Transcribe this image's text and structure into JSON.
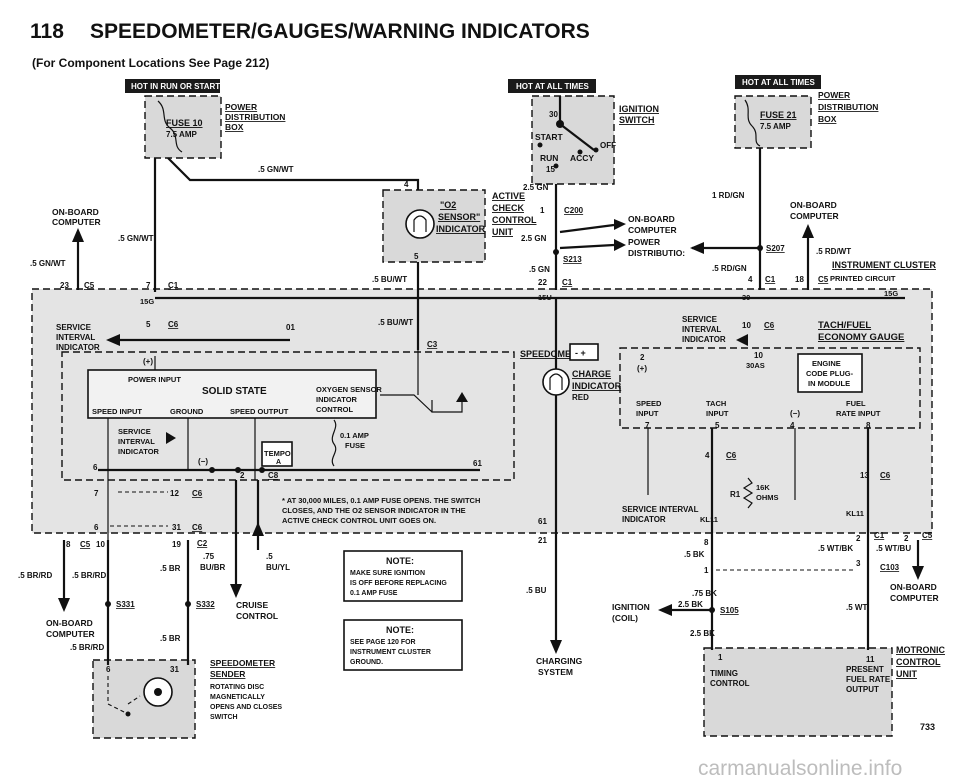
{
  "page": {
    "page_number": "118",
    "title": "SPEEDOMETER/GAUGES/WARNING INDICATORS",
    "subtitle": "(For Component Locations See Page 212)",
    "figure_number": "733",
    "watermark": "carmanualsonline.info"
  },
  "badges": {
    "hot_in_run": "HOT IN RUN OR START",
    "hot_all_1": "HOT AT ALL TIMES",
    "hot_all_2": "HOT AT ALL TIMES"
  },
  "fuses": {
    "fuse10": "FUSE 10",
    "fuse10_amp": "7.5 AMP",
    "fuse21": "FUSE 21",
    "fuse21_amp": "7.5 AMP",
    "power_dist_1": "POWER",
    "power_dist_2": "DISTRIBUTION",
    "power_dist_3": "BOX",
    "power_dist_b1": "POWER",
    "power_dist_b2": "DISTRIBUTION",
    "power_dist_b3": "BOX"
  },
  "ignition": {
    "label1": "IGNITION",
    "label2": "SWITCH",
    "pin30": "30",
    "start": "START",
    "off": "OFF",
    "run": "RUN",
    "accy": "ACCY",
    "pin15": "15"
  },
  "o2": {
    "line1": "\"O2",
    "line2": "SENSOR\"",
    "line3": "INDICATOR",
    "active1": "ACTIVE",
    "active2": "CHECK",
    "active3": "CONTROL",
    "active4": "UNIT"
  },
  "wires": {
    "w_5gnwt_top": ".5 GN/WT",
    "w_5gnwt_left": ".5 GN/WT",
    "w_5gnwt_far": ".5 GN/WT",
    "w_25gn_a": "2.5 GN",
    "w_25gn_b": "2.5 GN",
    "w_5gn": ".5 GN",
    "w_1rdgn": "1 RD/GN",
    "w_5rdgn": ".5 RD/GN",
    "w_5rdwt": ".5 RD/WT",
    "w_5buwt_a": ".5 BU/WT",
    "w_5buwt_b": ".5 BU/WT",
    "w_5brrd_a": ".5 BR/RD",
    "w_5brrd_b": ".5 BR/RD",
    "w_5brrd_c": ".5 BR/RD",
    "w_5br_a": ".5 BR",
    "w_5br_b": ".5 BR",
    "w_75bubr_1": ".75",
    "w_75bubr_2": "BU/BR",
    "w_5buyl_1": ".5",
    "w_5buyl_2": "BU/YL",
    "w_5bu": ".5 BU",
    "w_5bk": ".5 BK",
    "w_75bk": ".75 BK",
    "w_25bk_a": "2.5 BK",
    "w_25bk_b": "2.5 BK",
    "w_5wtbk": ".5 WT/BK",
    "w_5wtbu": ".5 WT/BU",
    "w_5wt": ".5 WT"
  },
  "connectors": {
    "c200": "C200",
    "s213": "S213",
    "s207": "S207",
    "s331": "S331",
    "s332": "S332",
    "s105": "S105",
    "c103": "C103",
    "c1_a": "C1",
    "c1_b": "C1",
    "c1_c": "C1",
    "c1_d": "C1",
    "c5_a": "C5",
    "c5_b": "C5",
    "c5_c": "C5",
    "c5_d": "C5",
    "c6_a": "C6",
    "c6_b": "C6",
    "c6_c": "C6",
    "c6_d": "C6",
    "c6_e": "C6",
    "c2": "C2",
    "c3": "C3",
    "c8": "C8"
  },
  "pins": {
    "p4": "4",
    "p5": "5",
    "p22": "22",
    "p1": "1",
    "p23": "23",
    "p7": "7",
    "p15g": "15G",
    "p15g_b": "15G",
    "p15u": "15U",
    "p30": "30",
    "p4b": "4",
    "p18": "18",
    "p5b": "5",
    "p01": "01",
    "p10": "10",
    "p8": "8",
    "p19": "19",
    "p12": "12",
    "p31": "31",
    "p6": "6",
    "p21": "21",
    "p61": "61",
    "p61b": "61",
    "p2": "2",
    "p3": "3",
    "p13": "13",
    "p11": "11",
    "p31b": "31",
    "p6b": "6",
    "p1b": "1",
    "p8b": "8",
    "p2b": "2",
    "p2c": "2",
    "p30as": "30AS",
    "p10b": "10",
    "p4c": "4",
    "p5c": "5",
    "p7b": "7",
    "p8c": "8",
    "kl11": "KL11",
    "kl11b": "KL11",
    "pm": "(+)",
    "pm2": "(+)",
    "neg": "(−)",
    "neg2": "(−)",
    "pos": "(+)"
  },
  "cluster": {
    "onboard_left1": "ON-BOARD",
    "onboard_left2": "COMPUTER",
    "onboard_right1": "ON-BOARD",
    "onboard_right2": "COMPUTER",
    "onboard_mid1": "ON-BOARD",
    "onboard_mid2": "COMPUTER",
    "power_dist_mid1": "POWER",
    "power_dist_mid2": "DISTRIBUTIO:",
    "instrument_cluster": "INSTRUMENT CLUSTER",
    "printed_circuit": "PRINTED CIRCUIT",
    "service_interval_l1": "SERVICE",
    "service_interval_l2": "INTERVAL",
    "service_interval_l3": "INDICATOR",
    "service_interval_r1": "SERVICE",
    "service_interval_r2": "INTERVAL",
    "service_interval_r3": "INDICATOR",
    "tach_fuel1": "TACH/FUEL",
    "tach_fuel2": "ECONOMY GAUGE",
    "speedometer": "SPEEDOMETER",
    "power_input": "POWER INPUT",
    "solid_state": "SOLID STATE",
    "oxygen1": "OXYGEN SENSOR",
    "oxygen2": "INDICATOR",
    "oxygen3": "CONTROL",
    "speed_input": "SPEED INPUT",
    "ground": "GROUND",
    "speed_output": "SPEED OUTPUT",
    "svc_box1": "SERVICE",
    "svc_box2": "INTERVAL",
    "svc_box3": "INDICATOR",
    "tempo1": "TEMPO",
    "tempo2": "A",
    "fuse_01amp1": "0.1 AMP",
    "fuse_01amp2": "FUSE",
    "charge1": "CHARGE",
    "charge2": "INDICATOR",
    "charge3": "RED",
    "engine1": "ENGINE",
    "engine2": "CODE PLUG-",
    "engine3": "IN MODULE",
    "speed_in_r1": "SPEED",
    "speed_in_r2": "INPUT",
    "tach_in1": "TACH",
    "tach_in2": "INPUT",
    "fuel_in1": "FUEL",
    "fuel_in2": "RATE INPUT",
    "resistor1": "16K",
    "resistor2": "OHMS",
    "r1": "R1",
    "svc_int_bottom1": "SERVICE INTERVAL",
    "svc_int_bottom2": "INDICATOR",
    "footnote1": "* AT 30,000 MILES, 0.1 AMP FUSE OPENS. THE SWITCH",
    "footnote2": "CLOSES, AND THE O2 SENSOR INDICATOR IN THE",
    "footnote3": "ACTIVE CHECK CONTROL UNIT GOES ON."
  },
  "notes": {
    "note1_title": "NOTE:",
    "note1_l1": "MAKE SURE IGNITION",
    "note1_l2": "IS OFF BEFORE REPLACING",
    "note1_l3": "0.1 AMP FUSE",
    "note2_title": "NOTE:",
    "note2_l1": "SEE PAGE 120 FOR",
    "note2_l2": "INSTRUMENT CLUSTER",
    "note2_l3": "GROUND."
  },
  "bottom": {
    "cruise1": "CRUISE",
    "cruise2": "CONTROL",
    "onboard_bl1": "ON-BOARD",
    "onboard_bl2": "COMPUTER",
    "sender1": "SPEEDOMETER",
    "sender2": "SENDER",
    "sender3": "ROTATING DISC",
    "sender4": "MAGNETICALLY",
    "sender5": "OPENS AND CLOSES",
    "sender6": "SWITCH",
    "charging1": "CHARGING",
    "charging2": "SYSTEM",
    "ign_coil1": "IGNITION",
    "ign_coil2": "(COIL)",
    "timing1": "TIMING",
    "timing2": "CONTROL",
    "motronic1": "MOTRONIC",
    "motronic2": "CONTROL",
    "motronic3": "UNIT",
    "present1": "PRESENT",
    "present2": "FUEL RATE",
    "present3": "OUTPUT",
    "onboard_br1": "ON-BOARD",
    "onboard_br2": "COMPUTER"
  }
}
